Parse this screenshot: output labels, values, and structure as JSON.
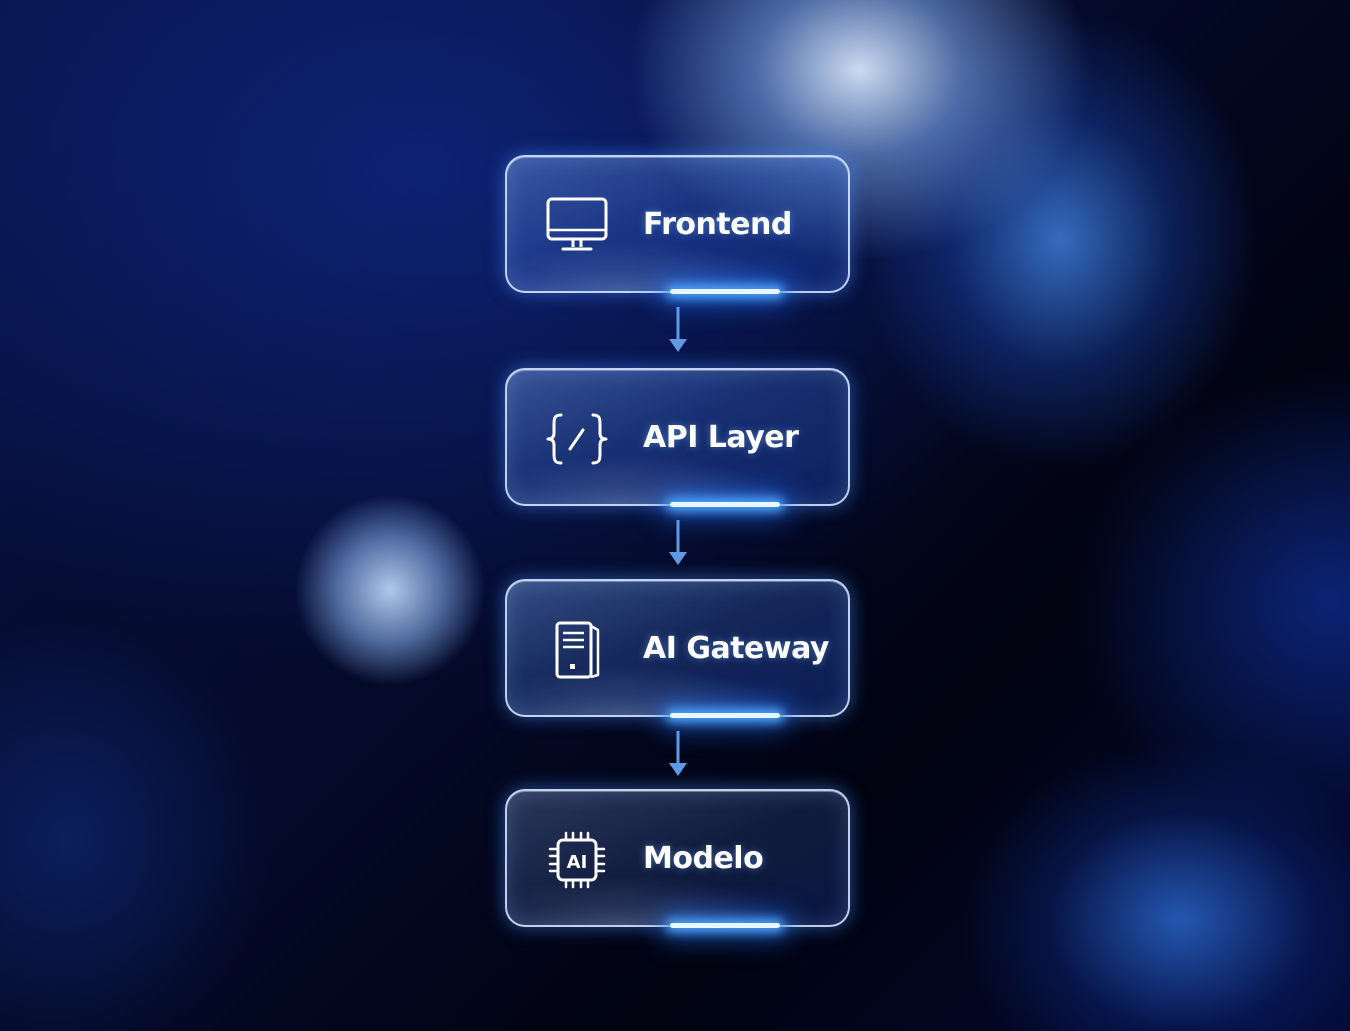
{
  "diagram": {
    "nodes": [
      {
        "label": "Frontend",
        "icon": "monitor-icon"
      },
      {
        "label": "API Layer",
        "icon": "code-braces-icon"
      },
      {
        "label": "AI Gateway",
        "icon": "server-icon"
      },
      {
        "label": "Modelo",
        "icon": "ai-chip-icon",
        "icon_text": "AI"
      }
    ],
    "edges": [
      {
        "from": "Frontend",
        "to": "API Layer"
      },
      {
        "from": "API Layer",
        "to": "AI Gateway"
      },
      {
        "from": "AI Gateway",
        "to": "Modelo"
      }
    ]
  },
  "colors": {
    "background": "#040a2a",
    "node_border": "#d7e8ff",
    "accent_glow": "#3c8cff",
    "arrow": "#5f9ae6",
    "text": "#ffffff"
  }
}
